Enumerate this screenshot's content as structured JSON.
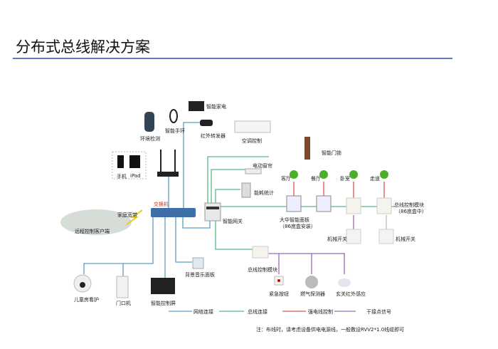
{
  "title": "分布式总线解决方案",
  "colors": {
    "network": "#5b9ec9",
    "bus": "#5cb88a",
    "power": "#d9534f",
    "dry": "#9b6bb5",
    "accent": "#2f4fb5"
  },
  "labels": {
    "env": "环境检测",
    "band": "智能手环",
    "appliance": "智能家电",
    "ir": "红外转发器",
    "ac": "空调控制",
    "phone": "手机",
    "ipad": "iPad",
    "switch": "交换机",
    "broadband": "家庭宽带",
    "remote": "远程控制客户端",
    "curtain": "电动窗帘",
    "energy": "能耗统计",
    "gateway": "智能网关",
    "lock": "智能门锁",
    "r1": "客厅",
    "r2": "餐厅",
    "r3": "卧室",
    "r4": "走道",
    "busmod": "总线控制模块",
    "busmod_sub": "（86底盒中）",
    "panel": "大华智能面板",
    "panel_sub": "（86底盒安装）",
    "mech1": "机械开关",
    "mech2": "机械开关",
    "busmod2": "总线控制模块",
    "emergency": "紧急按钮",
    "gas": "燃气探测器",
    "pir": "玄关红外感应",
    "camera": "儿童房看护",
    "door": "门口机",
    "screen": "智能控制屏",
    "music": "背景音乐面板"
  },
  "legend": [
    {
      "label": "网络连接",
      "color": "#5b9ec9"
    },
    {
      "label": "总线连接",
      "color": "#5cb88a"
    },
    {
      "label": "强电线控制",
      "color": "#d9534f"
    },
    {
      "label": "干接点信号",
      "color": "#9b6bb5"
    }
  ],
  "note": "注：布线时，请考虑设备供电电源线，一般敷设RVV2*1.0线缆即可"
}
